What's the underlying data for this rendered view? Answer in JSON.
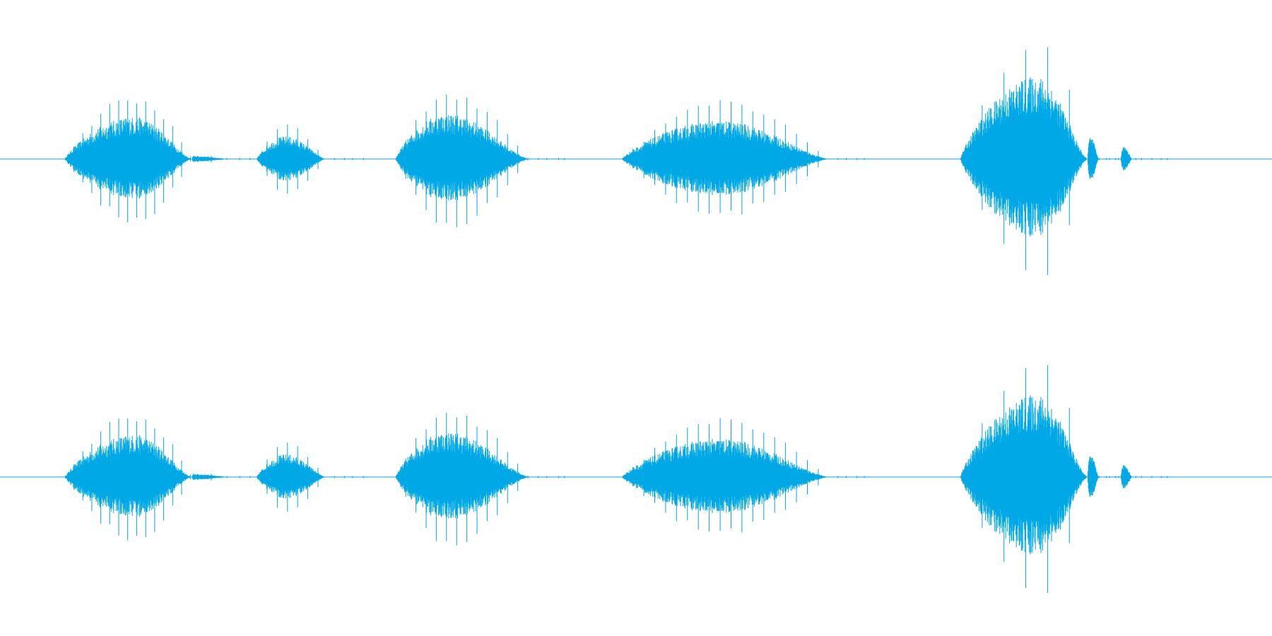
{
  "chart_data": {
    "type": "line",
    "channels": [
      {
        "channel": 1,
        "bursts": [
          {
            "start": 0.051,
            "end": 0.151,
            "peak_time": 0.106,
            "amplitude": 0.41,
            "spike_rate": 85
          },
          {
            "start": 0.151,
            "end": 0.181,
            "peak_time": 0.152,
            "amplitude": 0.03,
            "spike_rate": 40
          },
          {
            "start": 0.202,
            "end": 0.256,
            "peak_time": 0.225,
            "amplitude": 0.22,
            "spike_rate": 75
          },
          {
            "start": 0.311,
            "end": 0.416,
            "peak_time": 0.352,
            "amplitude": 0.44,
            "spike_rate": 75
          },
          {
            "start": 0.489,
            "end": 0.652,
            "peak_time": 0.566,
            "amplitude": 0.37,
            "spike_rate": 70
          },
          {
            "start": 0.755,
            "end": 0.855,
            "peak_time": 0.816,
            "amplitude": 0.8,
            "spike_rate": 35
          },
          {
            "start": 0.855,
            "end": 0.864,
            "peak_time": 0.857,
            "amplitude": 0.22,
            "spike_rate": 50
          },
          {
            "start": 0.881,
            "end": 0.89,
            "peak_time": 0.884,
            "amplitude": 0.13,
            "spike_rate": 50
          }
        ]
      },
      {
        "channel": 2,
        "bursts": [
          {
            "start": 0.051,
            "end": 0.151,
            "peak_time": 0.106,
            "amplitude": 0.41,
            "spike_rate": 85
          },
          {
            "start": 0.151,
            "end": 0.181,
            "peak_time": 0.152,
            "amplitude": 0.03,
            "spike_rate": 40
          },
          {
            "start": 0.202,
            "end": 0.256,
            "peak_time": 0.225,
            "amplitude": 0.22,
            "spike_rate": 75
          },
          {
            "start": 0.311,
            "end": 0.416,
            "peak_time": 0.352,
            "amplitude": 0.44,
            "spike_rate": 75
          },
          {
            "start": 0.489,
            "end": 0.652,
            "peak_time": 0.566,
            "amplitude": 0.37,
            "spike_rate": 70
          },
          {
            "start": 0.755,
            "end": 0.855,
            "peak_time": 0.816,
            "amplitude": 0.8,
            "spike_rate": 35
          },
          {
            "start": 0.855,
            "end": 0.864,
            "peak_time": 0.857,
            "amplitude": 0.22,
            "spike_rate": 50
          },
          {
            "start": 0.881,
            "end": 0.89,
            "peak_time": 0.884,
            "amplitude": 0.13,
            "spike_rate": 50
          }
        ]
      }
    ],
    "xlim": [
      0,
      1
    ],
    "ylim": [
      -1,
      1
    ],
    "grid": false,
    "colors": {
      "waveform": "#00a9e6",
      "background": "#ffffff"
    }
  }
}
